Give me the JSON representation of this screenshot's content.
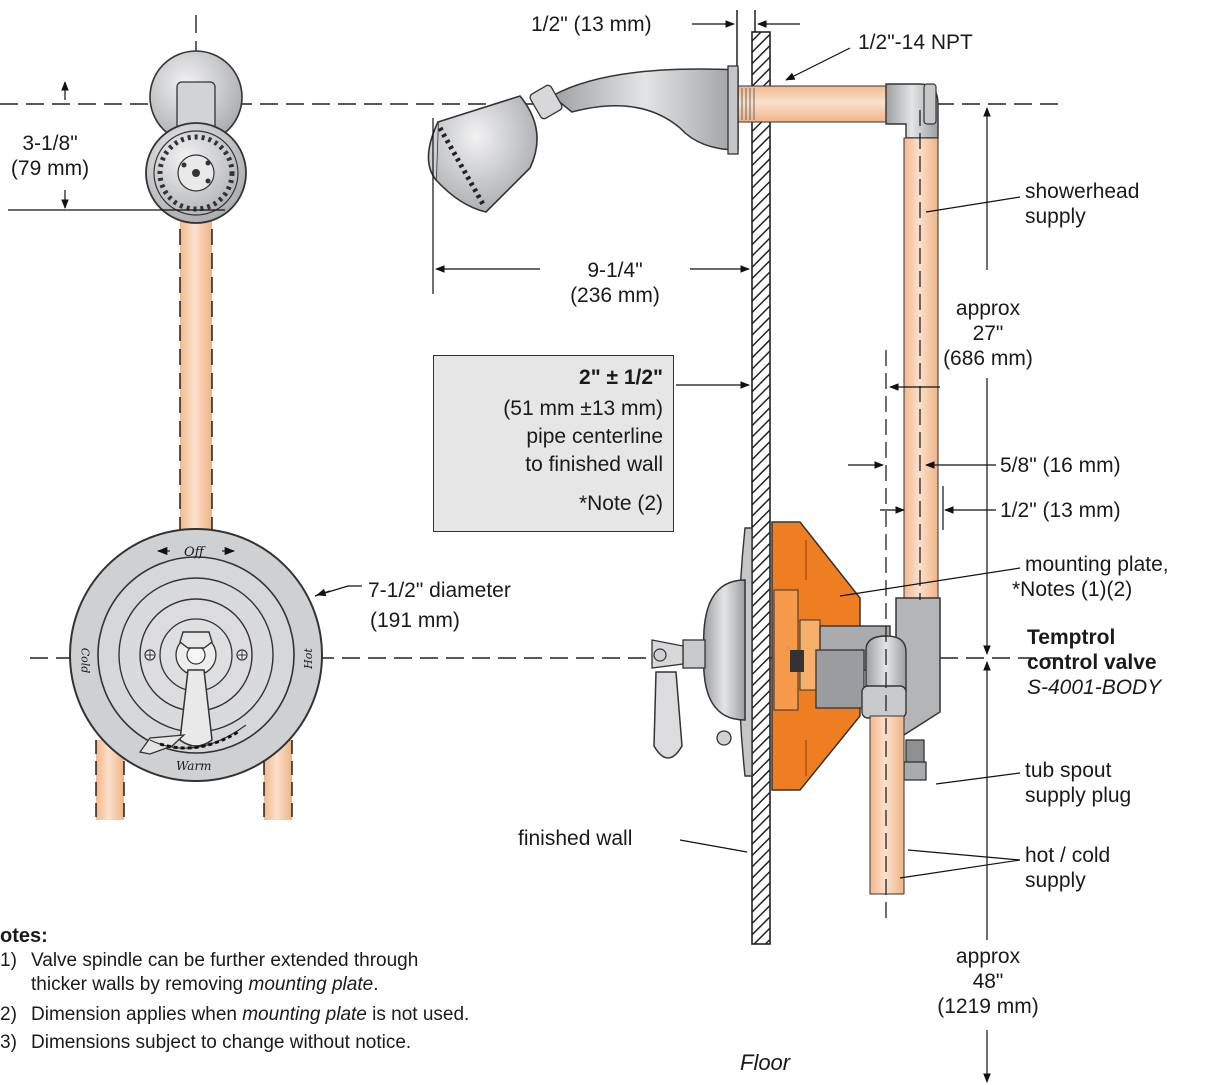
{
  "dimensions": {
    "wall_offset": "1/2\" (13 mm)",
    "npt": "1/2\"-14 NPT",
    "head_drop_a": "3-1/8\"",
    "head_drop_b": "(79 mm)",
    "arm_reach_a": "9-1/4\"",
    "arm_reach_b": "(236 mm)",
    "rise_a": "approx",
    "rise_b": "27\"",
    "rise_c": "(686 mm)",
    "pipe_5_8": "5/8\" (16 mm)",
    "pipe_1_2": "1/2\" (13 mm)",
    "diameter_a": "7-1/2\" diameter",
    "diameter_b": "(191 mm)",
    "floor_a": "approx",
    "floor_b": "48\"",
    "floor_c": "(1219 mm)"
  },
  "centerline_box": {
    "line1": "2\" ± 1/2\"",
    "line2": "(51 mm ±13 mm)",
    "line3": "pipe centerline",
    "line4": "to finished wall",
    "line5": "*Note (2)"
  },
  "callouts": {
    "showerhead_supply_a": "showerhead",
    "showerhead_supply_b": "supply",
    "mounting_plate_a": "mounting plate,",
    "mounting_plate_b": "*Notes (1)(2)",
    "valve_a": "Temptrol",
    "valve_b": "control valve",
    "valve_model": "S-4001-BODY",
    "tub_spout_a": "tub spout",
    "tub_spout_b": "supply plug",
    "hot_cold_a": "hot / cold",
    "hot_cold_b": "supply",
    "finished_wall": "finished wall",
    "floor": "Floor"
  },
  "handle_markings": {
    "off": "Off",
    "cold": "Cold",
    "hot": "Hot",
    "warm": "Warm"
  },
  "notes": {
    "heading": "otes:",
    "n1_num": "1)",
    "n1_a": "Valve spindle can be further extended through",
    "n1_b1": "thicker walls by removing ",
    "n1_b2": "mounting plate",
    "n1_b3": ".",
    "n2_num": "2)",
    "n2_a": "Dimension applies when ",
    "n2_b": "mounting plate",
    "n2_c": " is not used.",
    "n3_num": "3)",
    "n3_a": "Dimensions subject to change without notice."
  },
  "colors": {
    "pipe": "#f6c7a2",
    "pipe_light": "#fbe3d0",
    "mounting_plate": "#ef7d22",
    "chrome": "#c9cacc",
    "valve_body": "#a9abad",
    "note_box": "#e6e6e7"
  }
}
